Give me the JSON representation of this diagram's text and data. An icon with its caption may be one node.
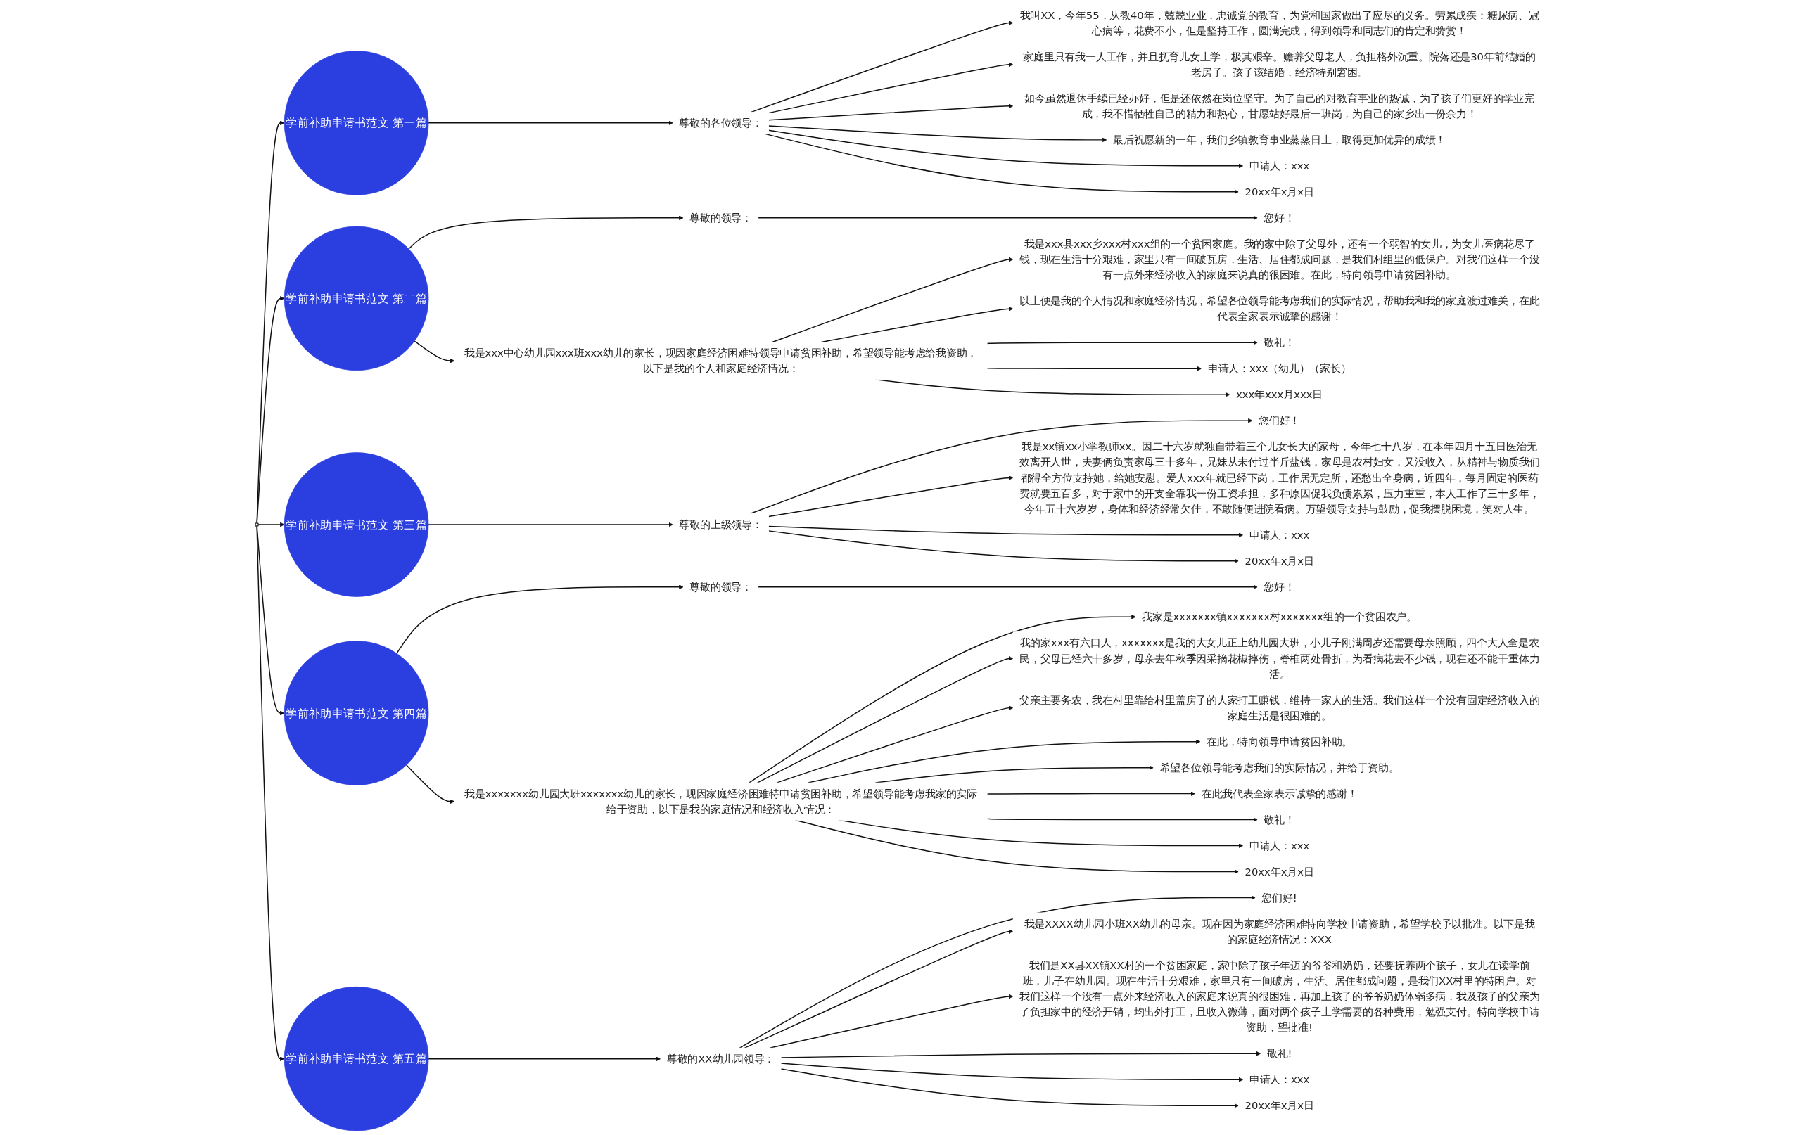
{
  "diagram": {
    "nodes": [
      {
        "text": [],
        "shape": "circle"
      },
      {
        "text": [
          "学前补助申请书范文 第一篇"
        ]
      },
      {
        "text": [
          "尊敬的各位领导："
        ]
      },
      {
        "text": [
          "我叫XX，今年55，从教40年，兢兢业业，忠诚党的教育，为党和国家做出了应尽的义务。劳累成疾：糖尿病、冠心病等，花费不小，但是坚持工作，圆满完成，得到领导和同志们的肯定和赞赏！"
        ]
      },
      {
        "text": [
          "家庭里只有我一人工作，并且抚育儿女上学，极其艰辛。赡养父母老人，负担格外沉重。院落还是30年前结婚的老房子。孩子该结婚，经济特别窘困。"
        ]
      },
      {
        "text": [
          "如今虽然退休手续已经办好，但是还依然在岗位坚守。为了自己的对教育事业的热诚，为了孩子们更好的学业完成，我不惜牺牲自己的精力和热心，甘愿站好最后一班岗，为自己的家乡出一份余力！"
        ]
      },
      {
        "text": [
          "最后祝愿新的一年，我们乡镇教育事业蒸蒸日上，取得更加优异的成绩！"
        ]
      },
      {
        "text": [
          "申请人：xxx"
        ]
      },
      {
        "text": [
          "20xx年x月x日"
        ]
      },
      {
        "text": [
          "学前补助申请书范文 第二篇"
        ]
      },
      {
        "text": [
          "尊敬的领导："
        ]
      },
      {
        "text": [
          "您好！"
        ]
      },
      {
        "text": [
          "我是xxx中心幼儿园xxx班xxx幼儿的家长，现因家庭经济困难特领导申请贫困补助，希望领导能考虑给我资助，以下是我的个人和家庭经济情况："
        ]
      },
      {
        "text": [
          "我是xxx县xxx乡xxx村xxx组的一个贫困家庭。我的家中除了父母外，还有一个弱智的女儿，为女儿医病花尽了钱，现在生活十分艰难，家里只有一间破瓦房，生活、居住都成问题，是我们村组里的低保户。对我们这样一个没有一点外来经济收入的家庭来说真的很困难。在此，特向领导申请贫困补助。"
        ]
      },
      {
        "text": [
          "以上便是我的个人情况和家庭经济情况，希望各位领导能考虑我们的实际情况，帮助我和我的家庭渡过难关，在此代表全家表示诚挚的感谢！"
        ]
      },
      {
        "text": [
          "敬礼！"
        ]
      },
      {
        "text": [
          "申请人：xxx（幼儿）（家长）"
        ]
      },
      {
        "text": [
          "xxx年xxx月xxx日"
        ]
      },
      {
        "text": [
          "学前补助申请书范文 第三篇"
        ]
      },
      {
        "text": [
          "尊敬的上级领导："
        ]
      },
      {
        "text": [
          "您们好！"
        ]
      },
      {
        "text": [
          "我是xx镇xx小学教师xx。因二十六岁就独自带着三个儿女长大的家母，今年七十八岁，在本年四月十五日医治无效离开人世，夫妻俩负责家母三十多年，兄妹从未付过半斤盐钱，家母是农村妇女，又没收入，从精神与物质我们都得全方位支持她，给她安慰。爱人xxx年就已经下岗，工作居无定所，还愁出全身病，近四年，每月固定的医药费就要五百多，对于家中的开支全靠我一份工资承担，多种原因促我负债累累，压力重重，本人工作了三十多年，今年五十六岁岁，身体和经济经常欠佳，不敢随便进院看病。万望领导支持与鼓励，促我摆脱困境，笑对人生。"
        ]
      },
      {
        "text": [
          "申请人：xxx"
        ]
      },
      {
        "text": [
          "20xx年x月x日"
        ]
      },
      {
        "text": [
          "学前补助申请书范文 第四篇"
        ]
      },
      {
        "text": [
          "尊敬的领导："
        ]
      },
      {
        "text": [
          "您好！"
        ]
      },
      {
        "text": [
          "我是xxxxxxx幼儿园大班xxxxxxx幼儿的家长，现因家庭经济困难特申请贫困补助，希望领导能考虑我家的实际给于资助，以下是我的家庭情况和经济收入情况："
        ]
      },
      {
        "text": [
          "我家是xxxxxxx镇xxxxxxx村xxxxxxx组的一个贫困农户。"
        ]
      },
      {
        "text": [
          "我的家xxx有六口人，xxxxxxx是我的大女儿正上幼儿园大班，小儿子刚满周岁还需要母亲照顾，四个大人全是农民，父母已经六十多岁，母亲去年秋季因采摘花椒摔伤，脊椎两处骨折，为看病花去不少钱，现在还不能干重体力活。"
        ]
      },
      {
        "text": [
          "父亲主要务农，我在村里靠给村里盖房子的人家打工赚钱，维持一家人的生活。我们这样一个没有固定经济收入的家庭生活是很困难的。"
        ]
      },
      {
        "text": [
          "在此，特向领导申请贫困补助。"
        ]
      },
      {
        "text": [
          "希望各位领导能考虑我们的实际情况，并给于资助。"
        ]
      },
      {
        "text": [
          "在此我代表全家表示诚挚的感谢！"
        ]
      },
      {
        "text": [
          "敬礼！"
        ]
      },
      {
        "text": [
          "申请人：xxx"
        ]
      },
      {
        "text": [
          "20xx年x月x日"
        ]
      },
      {
        "text": [
          "学前补助申请书范文 第五篇"
        ]
      },
      {
        "text": [
          "尊敬的XX幼儿园领导："
        ]
      },
      {
        "text": [
          "您们好!"
        ]
      },
      {
        "text": [
          "我是XXXX幼儿园小班XX幼儿的母亲。现在因为家庭经济困难特向学校申请资助，希望学校予以批准。以下是我的家庭经济情况：XXX"
        ]
      },
      {
        "text": [
          "我们是XX县XX镇XX村的一个贫困家庭，家中除了孩子年迈的爷爷和奶奶，还要抚养两个孩子，女儿在读学前班，儿子在幼儿园。现在生活十分艰难，家里只有一间破房，生活、居住都成问题，是我们XX村里的特困户。对我们这样一个没有一点外来经济收入的家庭来说真的很困难，再加上孩子的爷爷奶奶体弱多病，我及孩子的父亲为了负担家中的经济开销，均出外打工，且收入微薄，面对两个孩子上学需要的各种费用，勉强支付。特向学校申请资助，望批准!"
        ]
      },
      {
        "text": [
          "敬礼!"
        ]
      },
      {
        "text": [
          "申请人：xxx"
        ]
      },
      {
        "text": [
          "20xx年x月x日"
        ]
      }
    ],
    "edges": [
      {
        "from": 0,
        "to": 1,
        "arrow": "to"
      },
      {
        "from": 1,
        "to": 2,
        "arrow": "to"
      },
      {
        "from": 2,
        "to": 3,
        "arrow": "to"
      },
      {
        "from": 2,
        "to": 4,
        "arrow": "to"
      },
      {
        "from": 2,
        "to": 5,
        "arrow": "to"
      },
      {
        "from": 2,
        "to": 6,
        "arrow": "to"
      },
      {
        "from": 2,
        "to": 7,
        "arrow": "to"
      },
      {
        "from": 2,
        "to": 8,
        "arrow": "to"
      },
      {
        "from": 0,
        "to": 9,
        "arrow": "to"
      },
      {
        "from": 9,
        "to": 10,
        "arrow": "to"
      },
      {
        "from": 10,
        "to": 11,
        "arrow": "to"
      },
      {
        "from": 9,
        "to": 12,
        "arrow": "to"
      },
      {
        "from": 12,
        "to": 13,
        "arrow": "to"
      },
      {
        "from": 12,
        "to": 14,
        "arrow": "to"
      },
      {
        "from": 12,
        "to": 15,
        "arrow": "to"
      },
      {
        "from": 12,
        "to": 16,
        "arrow": "to"
      },
      {
        "from": 12,
        "to": 17,
        "arrow": "to"
      },
      {
        "from": 0,
        "to": 18,
        "arrow": "to"
      },
      {
        "from": 18,
        "to": 19,
        "arrow": "to"
      },
      {
        "from": 19,
        "to": 20,
        "arrow": "to"
      },
      {
        "from": 19,
        "to": 21,
        "arrow": "to"
      },
      {
        "from": 19,
        "to": 22,
        "arrow": "to"
      },
      {
        "from": 19,
        "to": 23,
        "arrow": "to"
      },
      {
        "from": 0,
        "to": 24,
        "arrow": "to"
      },
      {
        "from": 24,
        "to": 25,
        "arrow": "to"
      },
      {
        "from": 25,
        "to": 26,
        "arrow": "to"
      },
      {
        "from": 24,
        "to": 27,
        "arrow": "to"
      },
      {
        "from": 27,
        "to": 28,
        "arrow": "to"
      },
      {
        "from": 27,
        "to": 29,
        "arrow": "to"
      },
      {
        "from": 27,
        "to": 30,
        "arrow": "to"
      },
      {
        "from": 27,
        "to": 31,
        "arrow": "to"
      },
      {
        "from": 27,
        "to": 32,
        "arrow": "to"
      },
      {
        "from": 27,
        "to": 33,
        "arrow": "to"
      },
      {
        "from": 27,
        "to": 34,
        "arrow": "to"
      },
      {
        "from": 27,
        "to": 35,
        "arrow": "to"
      },
      {
        "from": 27,
        "to": 36,
        "arrow": "to"
      },
      {
        "from": 0,
        "to": 37,
        "arrow": "to"
      },
      {
        "from": 37,
        "to": 38,
        "arrow": "to"
      },
      {
        "from": 38,
        "to": 39,
        "arrow": "to"
      },
      {
        "from": 38,
        "to": 40,
        "arrow": "to"
      },
      {
        "from": 38,
        "to": 41,
        "arrow": "to"
      },
      {
        "from": 38,
        "to": 42,
        "arrow": "to"
      },
      {
        "from": 38,
        "to": 43,
        "arrow": "to"
      },
      {
        "from": 38,
        "to": 44,
        "arrow": "to"
      }
    ]
  }
}
